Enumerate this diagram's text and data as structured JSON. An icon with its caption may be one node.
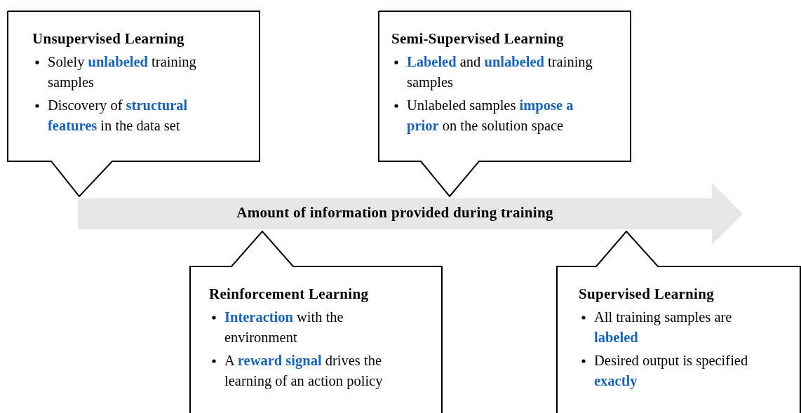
{
  "diagram": {
    "nodes": [
      {
        "text": [
          "Unsupervised Learning",
          "Solely **unlabeled** training samples",
          "Discovery of **structural features** in the data set"
        ]
      },
      {
        "text": [
          "Semi-Supervised Learning",
          "**Labeled** and **unlabeled** training samples",
          "Unlabeled samples **impose a prior** on the solution space"
        ]
      },
      {
        "text": [
          "Amount of information provided during training"
        ]
      },
      {
        "text": [
          "Reinforcement Learning",
          "**Interaction** with the environment",
          "A **reward signal** drives the learning of an action policy"
        ]
      },
      {
        "text": [
          "Supervised Learning",
          "All training samples are **labeled**",
          "Desired output is specified **exactly**"
        ]
      }
    ]
  }
}
